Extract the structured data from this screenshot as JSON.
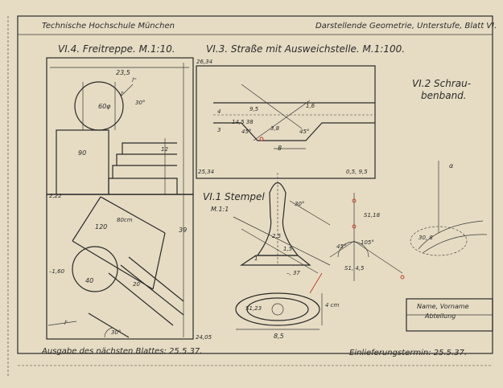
{
  "header": {
    "left": "Technische Hochschule München",
    "right": "Darstellende Geometrie, Unterstufe, Blatt VI."
  },
  "panels": {
    "freitreppe": {
      "title": "VI.4. Freitreppe. M.1:10.",
      "dims": [
        "23,5",
        "60φ",
        "30°",
        "90",
        "12",
        "39",
        "80cm",
        "120",
        "40",
        "20",
        "30°"
      ],
      "corners": [
        "2,22",
        "–1,60",
        "24,05"
      ],
      "labels": [
        "l''",
        "l'",
        "l'"
      ]
    },
    "strasse": {
      "title": "VI.3. Straße mit Ausweichstelle. M.1:100.",
      "dims": [
        "26,34",
        "1,6",
        "4",
        "3",
        "8",
        "45°",
        "45°",
        "9,5",
        "14,5 38",
        "3,8"
      ],
      "corners": [
        "25,34",
        "0,5, 9,5"
      ]
    },
    "schraubenband": {
      "title_line1": "VI.2 Schrau-",
      "title_line2": "benband.",
      "dims": [
        "30, 8",
        "α"
      ]
    },
    "stempel": {
      "title": "VI.1 Stempel",
      "scale": "M.1:1",
      "dims": [
        "30°",
        "2,5",
        "1,5",
        "1",
        "–, 37",
        "S1,18",
        "S1, 4,5",
        "S1,23",
        "4 cm",
        "8,5",
        "45°",
        "105°"
      ]
    },
    "titleblock": {
      "line1": "Name, Vorname",
      "line2": "Abteilung"
    }
  },
  "footer": {
    "left": "Ausgabe des nächsten Blattes: 25.5.37.",
    "right": "Einlieferungstermin: 25.5.37."
  }
}
